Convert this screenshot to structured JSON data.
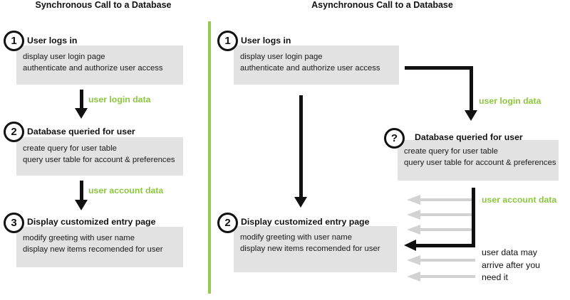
{
  "sync": {
    "title": "Synchronous Call to a Database",
    "steps": [
      {
        "num": "1",
        "label": "User logs in",
        "lines": [
          "display user login page",
          "authenticate and authorize user access"
        ]
      },
      {
        "num": "2",
        "label": "Database queried for user",
        "lines": [
          "create query for user table",
          "query user table for account & preferences"
        ]
      },
      {
        "num": "3",
        "label": "Display customized entry page",
        "lines": [
          "modify greeting with user name",
          "display new items recomended for user"
        ]
      }
    ],
    "flow_labels": [
      "user login data",
      "user account data"
    ]
  },
  "async": {
    "title": "Asynchronous Call to a Database",
    "steps": [
      {
        "num": "1",
        "label": "User logs in",
        "lines": [
          "display user login page",
          "authenticate and authorize user access"
        ]
      },
      {
        "num": "?",
        "label": "Database queried for user",
        "lines": [
          "create query for user table",
          "query user table for account & preferences"
        ]
      },
      {
        "num": "2",
        "label": "Display customized entry page",
        "lines": [
          "modify greeting with user name",
          "display new items recomended for user"
        ]
      }
    ],
    "flow_labels": [
      "user login data",
      "user account data"
    ],
    "note_lines": [
      "user data may",
      "arrive after you",
      "need it"
    ]
  },
  "colors": {
    "accent_green": "#8CC63F",
    "divider_green": "#96C950",
    "box_gray": "#E2E2E2",
    "return_arrow_gray": "#D2D2D2"
  }
}
